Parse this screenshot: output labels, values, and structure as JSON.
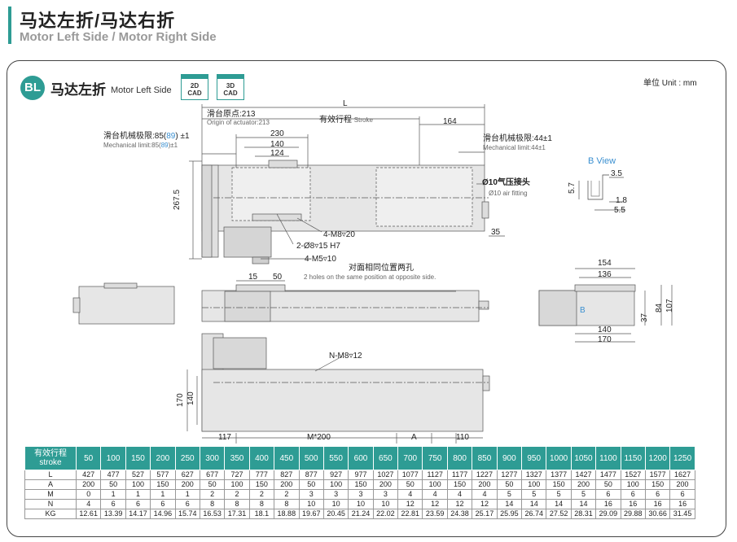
{
  "header": {
    "title_cn": "马达左折/马达右折",
    "title_en": "Motor Left Side / Motor Right Side"
  },
  "section": {
    "badge": "BL",
    "title_cn": "马达左折",
    "title_en": "Motor Left Side",
    "cad_2d": [
      "2D",
      "CAD"
    ],
    "cad_3d": [
      "3D",
      "CAD"
    ],
    "unit": "单位 Unit : mm"
  },
  "annotations": {
    "L": "L",
    "origin_cn": "滑台原点:213",
    "origin_en": "Origin of actuator:213",
    "stroke_cn": "有效行程",
    "stroke_en": "Stroke",
    "d230": "230",
    "d140": "140",
    "d124": "124",
    "d164": "164",
    "mech_left_cn_pre": "滑台机械极限:85(",
    "mech_left_cn_blue": "89",
    "mech_left_cn_post": ") ±1",
    "mech_left_en_pre": "Mechanical limit:85(",
    "mech_left_en_blue": "89",
    "mech_left_en_post": ")±1",
    "mech_right_cn": "滑台机械极限:44±1",
    "mech_right_en": "Mechanical limit:44±1",
    "d267": "267.5",
    "air_cn": "Ø10气压接头",
    "air_en": "Ø10 air fitting",
    "d35": "35",
    "m8": "4-M8▿20",
    "pin": "2-Ø8▿15 H7",
    "m5": "4-M5▿10",
    "b_view": "B View",
    "bv35": "3.5",
    "bv57": "5.7",
    "bv18": "1.8",
    "bv55": "5.5",
    "d15": "15",
    "d50": "50",
    "holes_cn": "对面相同位置两孔",
    "holes_en": "2 holes on the same position at opposite side.",
    "d154": "154",
    "d136": "136",
    "b_mark": "B",
    "d37": "37",
    "d84": "84",
    "d107": "107",
    "d140b": "140",
    "d170b": "170",
    "nm8": "N-M8▿12",
    "d170": "170",
    "d140v": "140",
    "d117": "117",
    "m200": "M*200",
    "dA": "A",
    "d110": "110"
  },
  "table": {
    "header_cn": "有效行程",
    "header_en": "stroke",
    "strokes": [
      "50",
      "100",
      "150",
      "200",
      "250",
      "300",
      "350",
      "400",
      "450",
      "500",
      "550",
      "600",
      "650",
      "700",
      "750",
      "800",
      "850",
      "900",
      "950",
      "1000",
      "1050",
      "1100",
      "1150",
      "1200",
      "1250"
    ],
    "rows": [
      {
        "label": "L",
        "values": [
          "427",
          "477",
          "527",
          "577",
          "627",
          "677",
          "727",
          "777",
          "827",
          "877",
          "927",
          "977",
          "1027",
          "1077",
          "1127",
          "1177",
          "1227",
          "1277",
          "1327",
          "1377",
          "1427",
          "1477",
          "1527",
          "1577",
          "1627"
        ]
      },
      {
        "label": "A",
        "values": [
          "200",
          "50",
          "100",
          "150",
          "200",
          "50",
          "100",
          "150",
          "200",
          "50",
          "100",
          "150",
          "200",
          "50",
          "100",
          "150",
          "200",
          "50",
          "100",
          "150",
          "200",
          "50",
          "100",
          "150",
          "200"
        ]
      },
      {
        "label": "M",
        "values": [
          "0",
          "1",
          "1",
          "1",
          "1",
          "2",
          "2",
          "2",
          "2",
          "3",
          "3",
          "3",
          "3",
          "4",
          "4",
          "4",
          "4",
          "5",
          "5",
          "5",
          "5",
          "6",
          "6",
          "6",
          "6"
        ]
      },
      {
        "label": "N",
        "values": [
          "4",
          "6",
          "6",
          "6",
          "6",
          "8",
          "8",
          "8",
          "8",
          "10",
          "10",
          "10",
          "10",
          "12",
          "12",
          "12",
          "12",
          "14",
          "14",
          "14",
          "14",
          "16",
          "16",
          "16",
          "16"
        ]
      },
      {
        "label": "KG",
        "values": [
          "12.61",
          "13.39",
          "14.17",
          "14.96",
          "15.74",
          "16.53",
          "17.31",
          "18.1",
          "18.88",
          "19.67",
          "20.45",
          "21.24",
          "22.02",
          "22.81",
          "23.59",
          "24.38",
          "25.17",
          "25.95",
          "26.74",
          "27.52",
          "28.31",
          "29.09",
          "29.88",
          "30.66",
          "31.45"
        ]
      }
    ]
  },
  "colors": {
    "accent": "#2e9c94",
    "blue_note": "#3a8fd0"
  }
}
